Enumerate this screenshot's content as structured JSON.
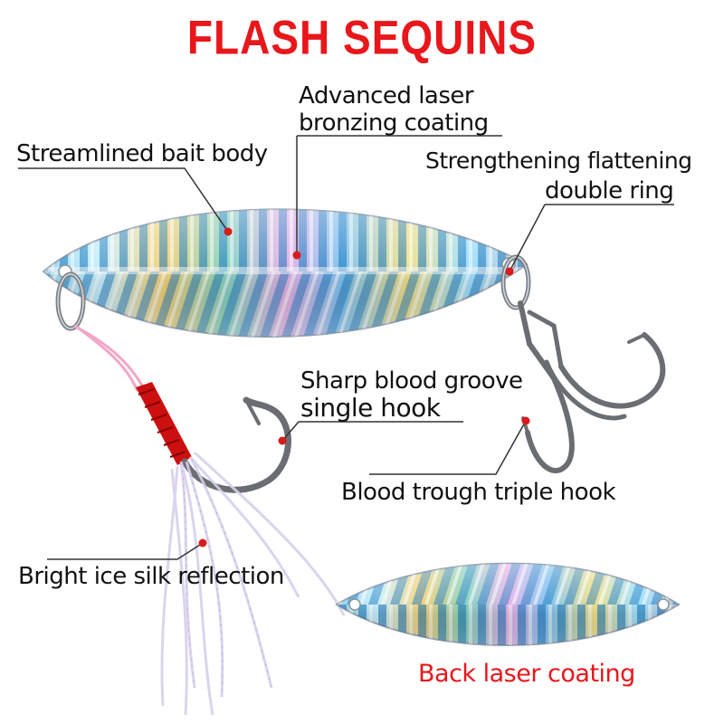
{
  "title": "FLASH SEQUINS",
  "labels": {
    "advanced_line1": "Advanced laser",
    "advanced_line2": "bronzing coating",
    "streamlined": "Streamlined bait body",
    "strengthening_line1": "Strengthening flattening",
    "strengthening_line2": "double ring",
    "sharp_line1": "Sharp blood groove",
    "sharp_line2": "single hook",
    "triple_hook": "Blood trough triple hook",
    "ice_silk": "Bright ice silk reflection",
    "back_coating": "Back laser coating"
  },
  "colors": {
    "title": "#e8171b",
    "back_label": "#e8171b",
    "marker": "#d81b1b",
    "leader_line": "#333333",
    "thread": "#cc1010",
    "assist_line": "#f2a6c8",
    "hook_metal": "#6a6e72"
  }
}
